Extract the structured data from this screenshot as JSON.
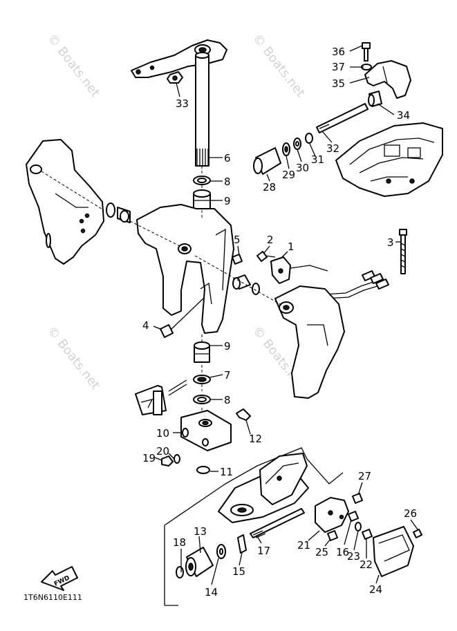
{
  "watermarks": [
    "© Boats.net",
    "© Boats.net",
    "© Boats.net",
    "© Boats.net"
  ],
  "figure_code": "1T6N6110E111",
  "fwd_label": "FWD",
  "callouts": {
    "c1": "1",
    "c2": "2",
    "c3": "3",
    "c4": "4",
    "c5": "5",
    "c6": "6",
    "c7": "7",
    "c8a": "8",
    "c8b": "8",
    "c9a": "9",
    "c9b": "9",
    "c10": "10",
    "c11": "11",
    "c12": "12",
    "c13": "13",
    "c14": "14",
    "c15": "15",
    "c16": "16",
    "c17": "17",
    "c18": "18",
    "c19": "19",
    "c20": "20",
    "c21": "21",
    "c22": "22",
    "c23": "23",
    "c24": "24",
    "c25": "25",
    "c26": "26",
    "c27": "27",
    "c28": "28",
    "c29": "29",
    "c30": "30",
    "c31": "31",
    "c32": "32",
    "c33": "33",
    "c34": "34",
    "c35": "35",
    "c36": "36",
    "c37": "37"
  },
  "colors": {
    "ink": "#000000",
    "watermark": "#d2d2d2",
    "background": "#ffffff"
  }
}
